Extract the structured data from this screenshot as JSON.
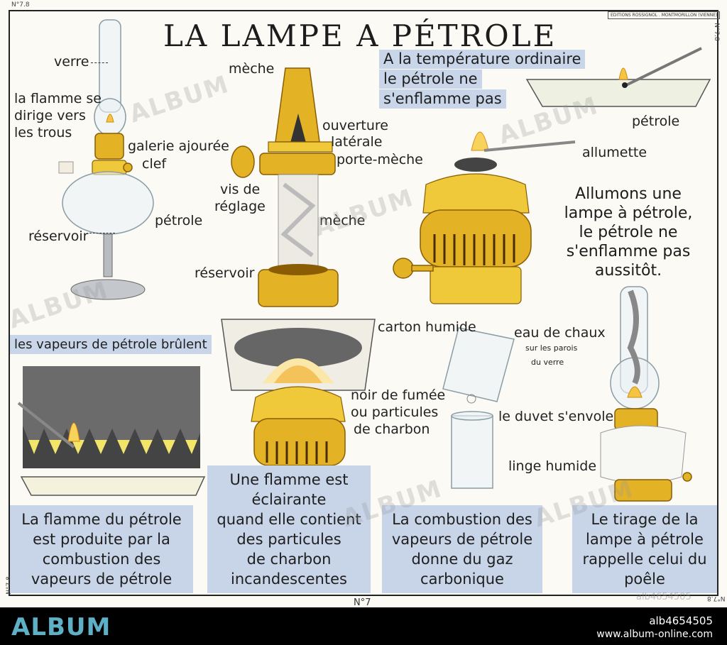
{
  "header": {
    "corner_top_left": "N°7.8",
    "title": "LA LAMPE A PÉTROLE",
    "publisher": "EDITIONS ROSSIGNOL . MONTMORILLON (VIENNE)",
    "corner_top_right": "N°7.8",
    "corner_bottom_left": "N°7.8",
    "corner_bottom_right": "N°7.8",
    "plate_number": "N°7"
  },
  "panel_lamp": {
    "verre": "verre",
    "flamme_1": "la flamme se",
    "flamme_2": "dirige vers",
    "flamme_3": "les trous",
    "galerie": "galerie ajourée",
    "clef": "clef",
    "petrole": "pétrole",
    "reservoir": "réservoir"
  },
  "panel_burner": {
    "meche_top": "mèche",
    "ouverture_1": "ouverture",
    "ouverture_2": "latérale",
    "porte_meche": "porte-mèche",
    "vis_1": "vis de",
    "vis_2": "réglage",
    "meche": "mèche",
    "reservoir": "réservoir"
  },
  "panel_temp": {
    "line1": "A la température ordinaire",
    "line2": "le pétrole ne",
    "line3": "s'enflamme pas",
    "petrole": "pétrole"
  },
  "panel_allumons": {
    "allumette": "allumette",
    "line1": "Allumons une",
    "line2": "lampe à pétrole,",
    "line3": "le pétrole ne",
    "line4": "s'enflamme pas",
    "line5": "aussitôt."
  },
  "panel_vapeurs": {
    "label": "les vapeurs de pétrole brûlent",
    "box_1": "La flamme du pétrole",
    "box_2": "est produite par la",
    "box_3": "combustion des",
    "box_4": "vapeurs de pétrole"
  },
  "panel_flamme": {
    "carton": "carton humide",
    "noir_1": "noir de fumée",
    "noir_2": "ou particules",
    "noir_3": "de charbon",
    "head_1": "Une flamme est",
    "head_2": "éclairante",
    "box_1": "quand elle contient",
    "box_2": "des particules",
    "box_3": "de charbon",
    "box_4": "incandescentes"
  },
  "panel_combustion": {
    "eau": "eau de chaux",
    "parois_1": "sur les parois",
    "parois_2": "du verre",
    "duvet": "le duvet s'envole",
    "box_1": "La combustion des",
    "box_2": "vapeurs de pétrole",
    "box_3": "donne du gaz",
    "box_4": "carbonique"
  },
  "panel_tirage": {
    "linge": "linge humide",
    "box_1": "Le tirage de la",
    "box_2": "lampe à pétrole",
    "box_3": "rappelle celui du",
    "box_4": "poêle"
  },
  "watermark": {
    "text": "ALBUM",
    "stamp_id": "alb4654505"
  },
  "footer": {
    "logo": "ALBUM",
    "id": "alb4654505",
    "url": "www.album-online.com"
  }
}
